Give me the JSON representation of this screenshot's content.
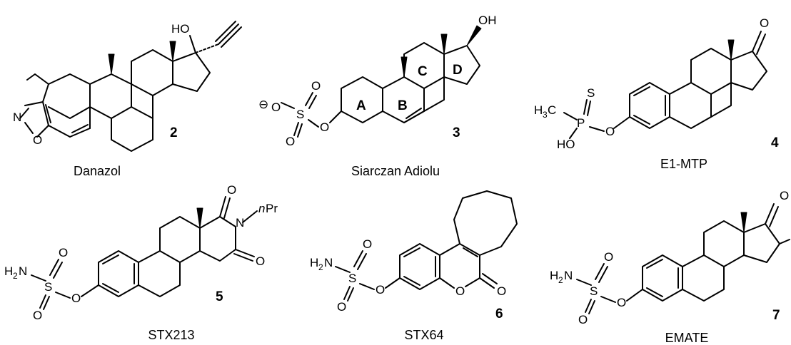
{
  "compounds": [
    {
      "id": "2",
      "name": "Danazol",
      "labels": {
        "ho": "HO",
        "n": "N",
        "o": "O"
      }
    },
    {
      "id": "3",
      "name": "Siarczan Adiolu",
      "labels": {
        "oh": "OH",
        "minus": "⊖",
        "o1": "O",
        "o2": "O",
        "o3": "O",
        "o4": "O",
        "s": "S",
        "ring_a": "A",
        "ring_b": "B",
        "ring_c": "C",
        "ring_d": "D"
      }
    },
    {
      "id": "4",
      "name": "E1-MTP",
      "labels": {
        "h3c_h": "H",
        "h3c_sub": "3",
        "h3c_c": "C",
        "s": "S",
        "p": "P",
        "ho": "HO",
        "o": "O",
        "keto": "O"
      }
    },
    {
      "id": "5",
      "name": "STX213",
      "labels": {
        "h2n_h": "H",
        "h2n_sub": "2",
        "h2n_n": "N",
        "s": "S",
        "o1": "O",
        "o2": "O",
        "o3": "O",
        "n": "N",
        "npr_n": "n",
        "npr_pr": "Pr",
        "o_top": "O",
        "o_bot": "O"
      }
    },
    {
      "id": "6",
      "name": "STX64",
      "labels": {
        "h2n_h": "H",
        "h2n_sub": "2",
        "h2n_n": "N",
        "s": "S",
        "o1": "O",
        "o2": "O",
        "o3": "O",
        "o_ring": "O",
        "o_keto": "O"
      }
    },
    {
      "id": "7",
      "name": "EMATE",
      "labels": {
        "h2n_h": "H",
        "h2n_sub": "2",
        "h2n_n": "N",
        "s": "S",
        "o1": "O",
        "o2": "O",
        "o3": "O",
        "keto": "O"
      }
    }
  ]
}
